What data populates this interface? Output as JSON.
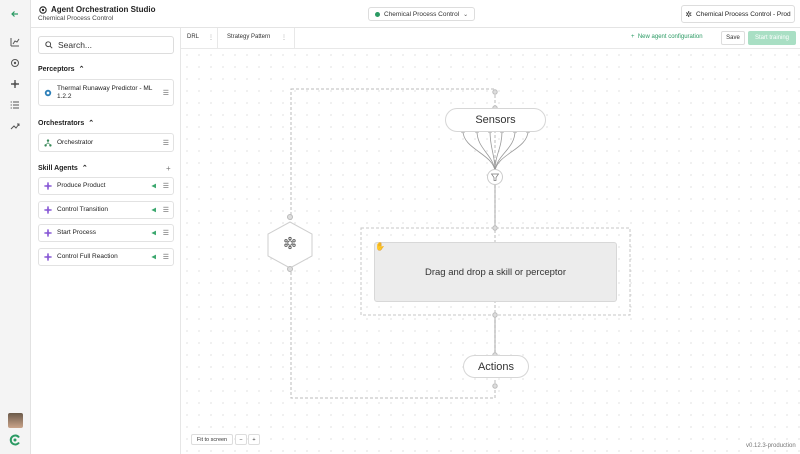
{
  "app": {
    "title": "Agent Orchestration Studio",
    "subtitle": "Chemical Process Control",
    "project_select": "Chemical Process Control",
    "environment": "Chemical Process Control - Prod"
  },
  "rail": {
    "icons": [
      "back-arrow-icon",
      "chart-icon",
      "settings-icon",
      "network-icon",
      "list-icon",
      "trend-icon"
    ]
  },
  "sidebar": {
    "search_placeholder": "Search...",
    "perceptors": {
      "title": "Perceptors",
      "items": [
        {
          "label": "Thermal Runaway Predictor - ML 1.2.2"
        }
      ]
    },
    "orchestrators": {
      "title": "Orchestrators",
      "items": [
        {
          "label": "Orchestrator"
        }
      ]
    },
    "skill_agents": {
      "title": "Skill Agents",
      "items": [
        {
          "label": "Produce Product"
        },
        {
          "label": "Control Transition"
        },
        {
          "label": "Start Process"
        },
        {
          "label": "Control Full Reaction"
        }
      ]
    }
  },
  "toolbar": {
    "tabs": [
      "DRL",
      "Strategy Pattern"
    ],
    "new_agent": "New agent configuration",
    "save": "Save",
    "start_training": "Start training"
  },
  "canvas": {
    "sensors": "Sensors",
    "drop_hint": "Drag and drop a skill or perceptor",
    "actions": "Actions",
    "fit_to_screen": "Fit to screen",
    "zoom_out": "−",
    "zoom_in": "+",
    "version": "v0.12.3-production"
  },
  "colors": {
    "accent": "#2a9a63",
    "accent_light": "#a9dfc4",
    "skill_icon": "#8a5cd6",
    "perceptor_icon": "#2d7fb8"
  }
}
